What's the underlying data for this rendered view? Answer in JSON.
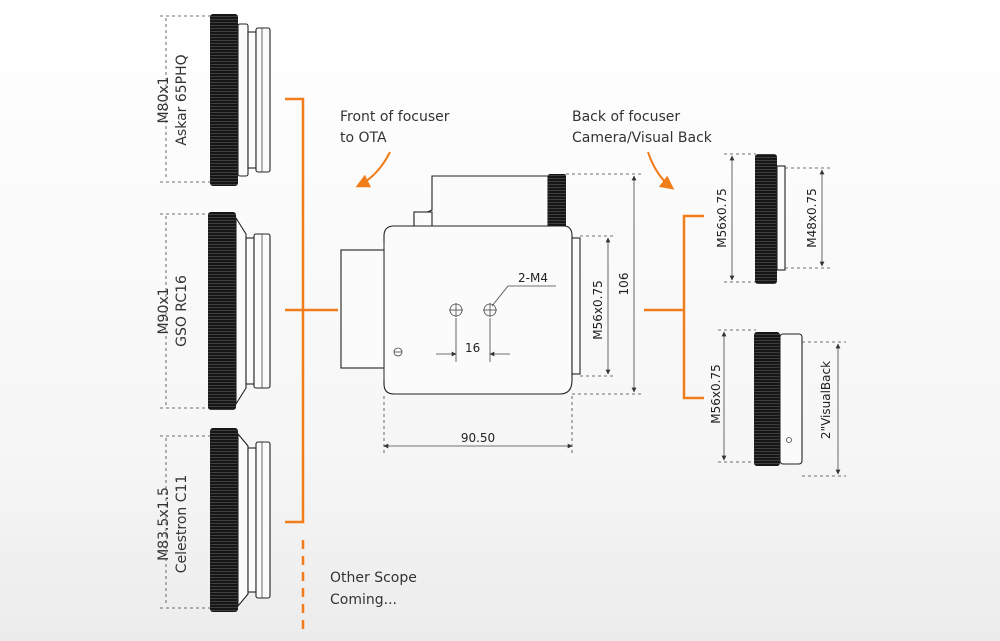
{
  "colors": {
    "accent": "#f07d1a",
    "ink": "#222222"
  },
  "adapters_front": [
    {
      "thread": "M80x1",
      "scope": "Askar 65PHQ"
    },
    {
      "thread": "M90x1",
      "scope": "GSO RC16"
    },
    {
      "thread": "M83.5x1.5",
      "scope": "Celestron C11"
    }
  ],
  "other_scope": [
    "Other Scope",
    "Coming..."
  ],
  "front_note": [
    "Front of focuser",
    "to OTA"
  ],
  "back_note": [
    "Back of focuser",
    "Camera/Visual Back"
  ],
  "focuser": {
    "screw_label": "2-M4",
    "hole_spacing": "16",
    "width": "90.50",
    "height": "106",
    "back_thread": "M56x0.75"
  },
  "adapters_back": [
    {
      "thread_in": "M56x0.75",
      "thread_out": "M48x0.75"
    },
    {
      "thread_in": "M56x0.75",
      "thread_out": "2\"VisualBack"
    }
  ]
}
